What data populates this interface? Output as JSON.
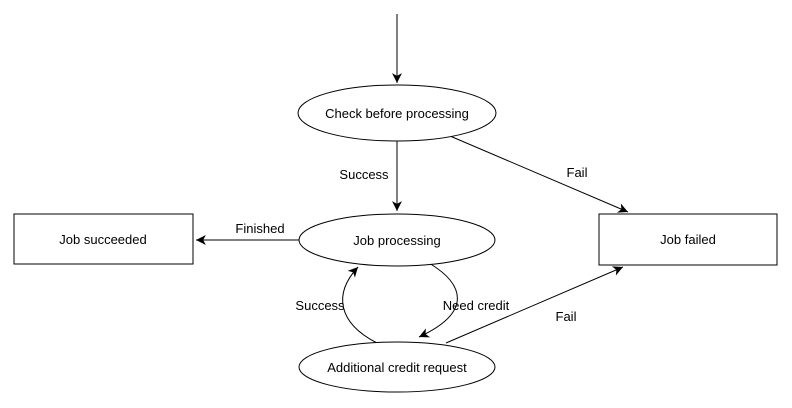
{
  "diagram": {
    "type": "flowchart",
    "background_color": "#ffffff",
    "line_color": "#000000",
    "text_color": "#000000",
    "nodes": {
      "check_before_processing": {
        "label": "Check before processing",
        "shape": "ellipse"
      },
      "job_processing": {
        "label": "Job processing",
        "shape": "ellipse"
      },
      "additional_credit_request": {
        "label": "Additional credit request",
        "shape": "ellipse"
      },
      "job_succeeded": {
        "label": "Job succeeded",
        "shape": "rectangle"
      },
      "job_failed": {
        "label": "Job failed",
        "shape": "rectangle"
      }
    },
    "edges": {
      "start_to_check": {
        "from": "start",
        "to": "check_before_processing",
        "label": ""
      },
      "check_to_job_processing": {
        "from": "check_before_processing",
        "to": "job_processing",
        "label": "Success"
      },
      "check_to_job_failed": {
        "from": "check_before_processing",
        "to": "job_failed",
        "label": "Fail"
      },
      "job_processing_to_job_succeeded": {
        "from": "job_processing",
        "to": "job_succeeded",
        "label": "Finished"
      },
      "job_processing_to_credit": {
        "from": "job_processing",
        "to": "additional_credit_request",
        "label": "Need credit"
      },
      "credit_to_job_processing": {
        "from": "additional_credit_request",
        "to": "job_processing",
        "label": "Success"
      },
      "credit_to_job_failed": {
        "from": "additional_credit_request",
        "to": "job_failed",
        "label": "Fail"
      }
    }
  }
}
